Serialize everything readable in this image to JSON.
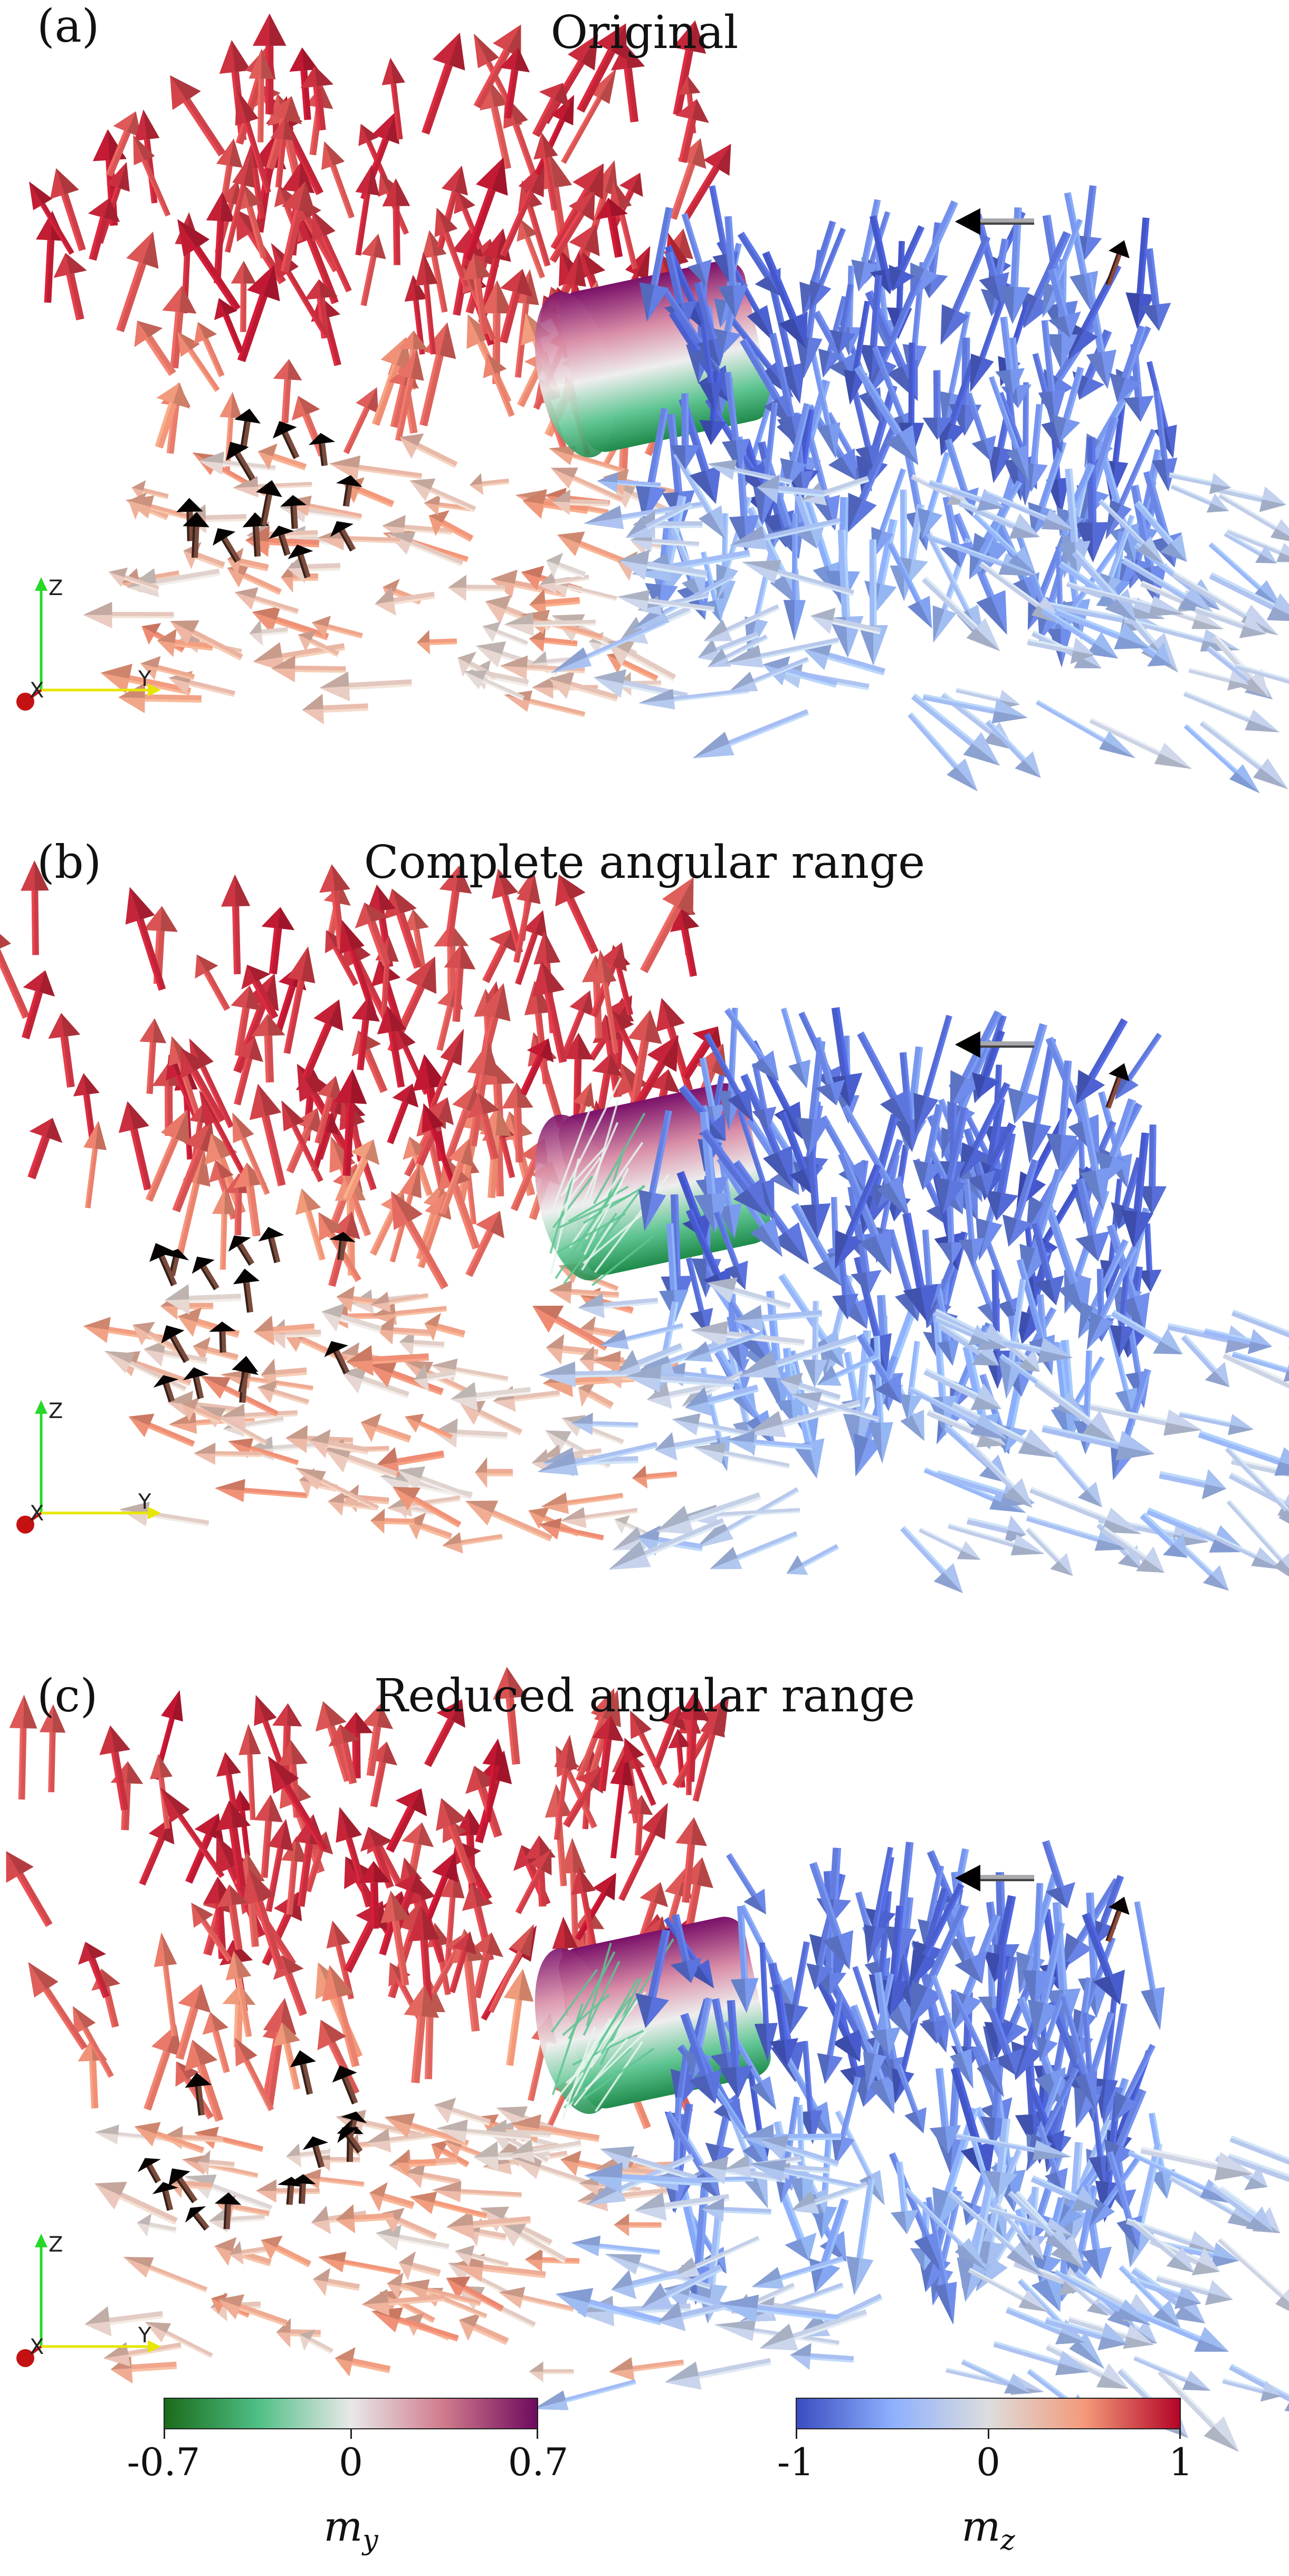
{
  "panels": [
    {
      "label": "(a)",
      "title": "Original",
      "variant": 0
    },
    {
      "label": "(b)",
      "title": "Complete angular range",
      "variant": 1
    },
    {
      "label": "(c)",
      "title": "Reduced angular range",
      "variant": 2
    }
  ],
  "axes": {
    "z": "Z",
    "y": "Y",
    "x": "X"
  },
  "colorbars": {
    "my": {
      "symbol": "m",
      "subscript": "y",
      "ticks": [
        "-0.7",
        "0",
        "0.7"
      ],
      "colors": [
        "#1a6b1a",
        "#4fbf85",
        "#e8e8e8",
        "#d07a8c",
        "#6e0a5e"
      ]
    },
    "mz": {
      "symbol": "m",
      "subscript": "z",
      "ticks": [
        "-1",
        "0",
        "1"
      ],
      "colors": [
        "#3b4cc0",
        "#8db0fe",
        "#dddddd",
        "#f49a7b",
        "#b40426"
      ]
    }
  }
}
